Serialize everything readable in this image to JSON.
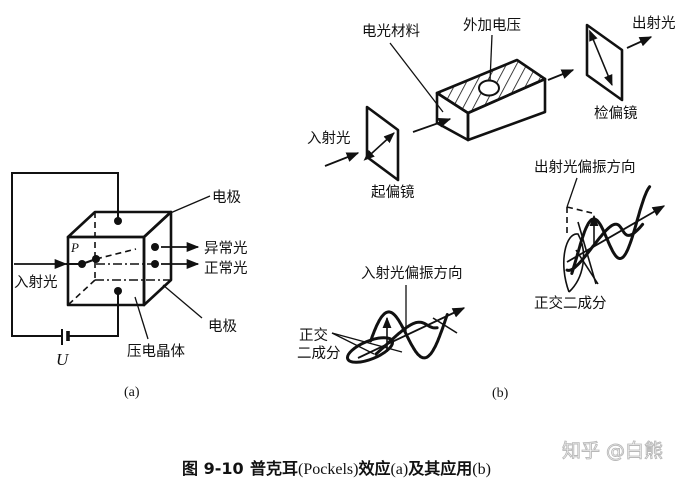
{
  "figure": {
    "caption_number": "图 9-10",
    "caption_cjk_1": "普克耳",
    "caption_latin": "(Pockels)",
    "caption_cjk_2": "效应",
    "caption_a": "(a)",
    "caption_cjk_3": "及其应用",
    "caption_b": "(b)",
    "watermark": "知乎 @白熊"
  },
  "panel_a": {
    "label": "(a)",
    "electrode_top": "电极",
    "extraordinary_light": "异常光",
    "ordinary_light": "正常光",
    "incident_light": "入射光",
    "electrode_bottom": "电极",
    "crystal": "压电晶体",
    "point": "P",
    "voltage": "U"
  },
  "panel_b": {
    "label": "(b)",
    "electro_optic_material": "电光材料",
    "applied_voltage": "外加电压",
    "output_light": "出射光",
    "analyzer": "检偏镜",
    "incident_light": "入射光",
    "polarizer": "起偏镜",
    "output_polarization": "出射光偏振方向",
    "orthogonal_components_right": "正交二成分",
    "incident_polarization": "入射光偏振方向",
    "orthogonal_components_left_line1": "正交",
    "orthogonal_components_left_line2": "二成分"
  }
}
